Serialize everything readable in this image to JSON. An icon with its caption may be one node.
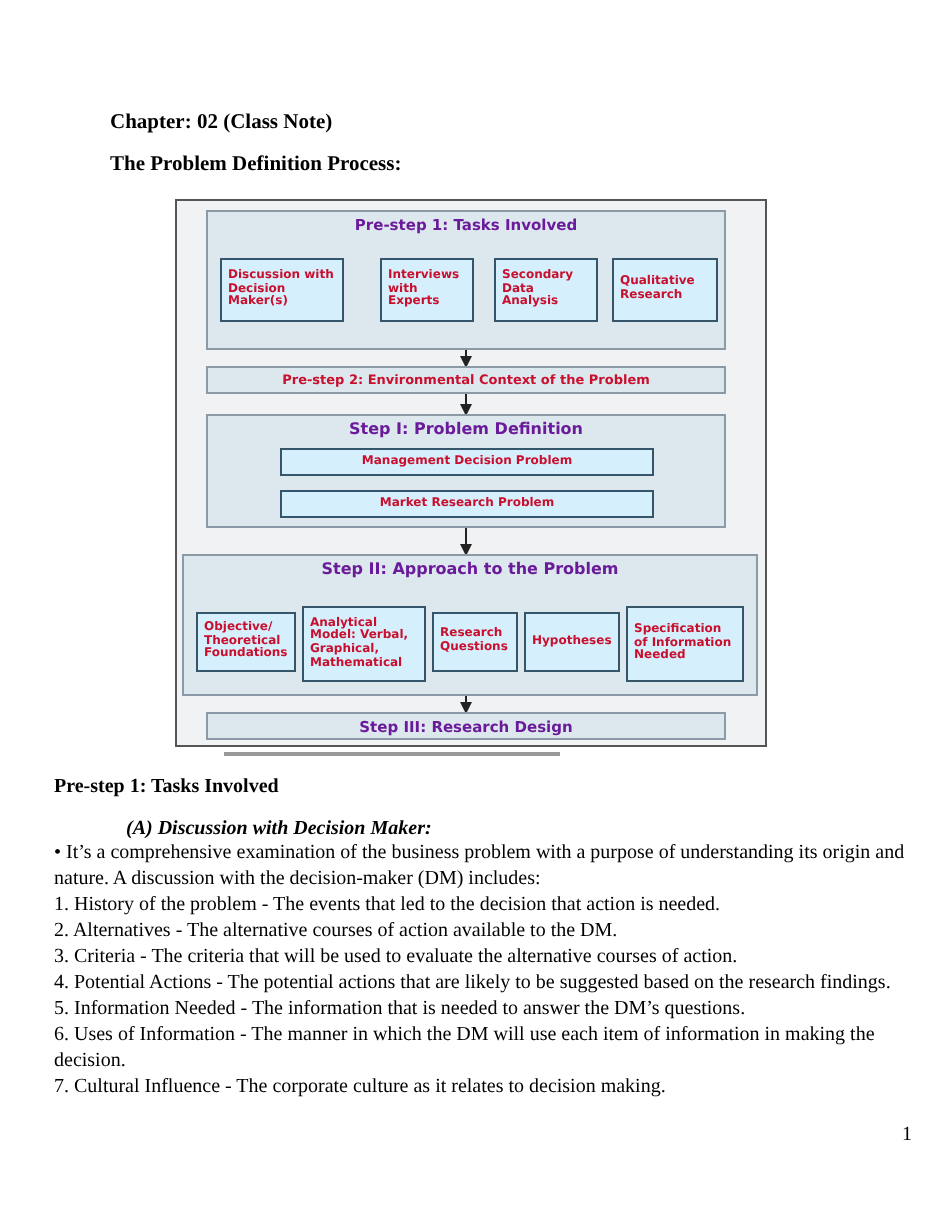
{
  "diagram": {
    "title": "Chapter: 02 (Class Note)",
    "nodes": [
      {
        "text": [
          "Pre-step 1: Tasks Involved"
        ]
      },
      {
        "text": [
          "Discussion with Decision Maker(s)"
        ],
        "in": 0
      },
      {
        "text": [
          "Interviews with Experts"
        ],
        "in": 0
      },
      {
        "text": [
          "Secondary Data Analysis"
        ],
        "in": 0
      },
      {
        "text": [
          "Qualitative Research"
        ],
        "in": 0
      },
      {
        "text": [
          "Pre-step 2: Environmental Context of the Problem"
        ]
      },
      {
        "text": [
          "Step I: Problem Definition"
        ]
      },
      {
        "text": [
          "Management Decision Problem"
        ],
        "in": 6
      },
      {
        "text": [
          "Market Research Problem"
        ],
        "in": 6
      },
      {
        "text": [
          "Step II:  Approach to the Problem"
        ]
      },
      {
        "text": [
          "Objective/ Theoretical Foundations"
        ],
        "in": 9
      },
      {
        "text": [
          "Analytical Model: Verbal, Graphical, Mathematical"
        ],
        "in": 9
      },
      {
        "text": [
          "Research Questions"
        ],
        "in": 9
      },
      {
        "text": [
          "Hypotheses"
        ],
        "in": 9
      },
      {
        "text": [
          "Specification of Information Needed"
        ],
        "in": 9
      },
      {
        "text": [
          "Step III: Research Design"
        ]
      }
    ],
    "edges": [
      {
        "from": 0,
        "to": 5,
        "arrow": "to"
      },
      {
        "from": 5,
        "to": 6,
        "arrow": "to"
      },
      {
        "from": 6,
        "to": 9,
        "arrow": "to"
      },
      {
        "from": 9,
        "to": 15,
        "arrow": "to"
      }
    ],
    "labels": [
      "The Problem Definition Process:",
      "Pre-step 1: Tasks Involved",
      "(A) Discussion with Decision Maker:",
      "• It’s a comprehensive examination of the business problem with a purpose of understanding its origin and nature. A discussion with the decision-maker (DM) includes:",
      "1. History of the problem - The events that led to the decision that action is needed.",
      "2. Alternatives - The alternative courses of action available to the DM.",
      "3. Criteria - The criteria that will be used to evaluate the alternative courses of action.",
      "4. Potential Actions - The potential actions that are likely to be suggested based on the research findings.",
      "5. Information Needed - The information that is needed to answer the DM’s questions.",
      "6. Uses of Information - The manner in which the DM will use each item of information in making the decision.",
      "7. Cultural Influence - The corporate culture as it relates to decision making.",
      "1"
    ]
  }
}
